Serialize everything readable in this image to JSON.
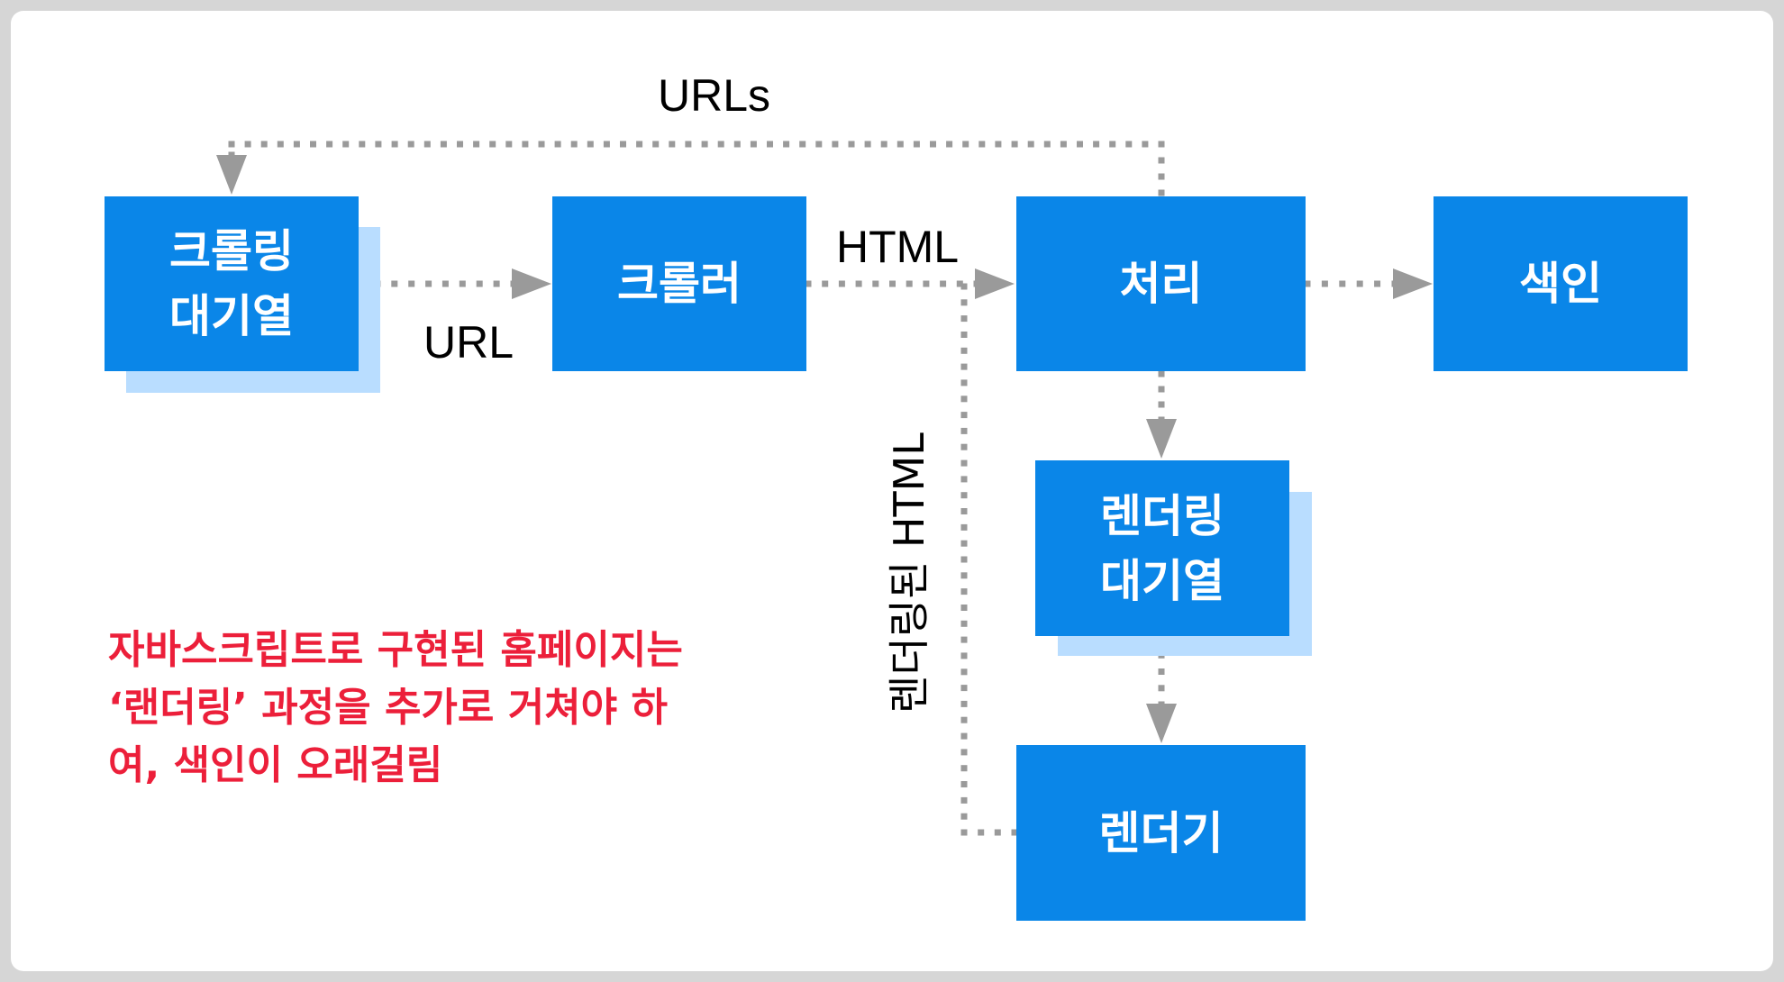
{
  "colors": {
    "box": "#0a86e8",
    "box_shadow": "#b9ddff",
    "connector": "#9a9a9a",
    "note": "#ec1f3a"
  },
  "nodes": {
    "crawl_queue": [
      "크롤링",
      "대기열"
    ],
    "crawler": [
      "크롤러"
    ],
    "processing": [
      "처리"
    ],
    "index": [
      "색인"
    ],
    "render_queue": [
      "렌더링",
      "대기열"
    ],
    "renderer": [
      "렌더기"
    ]
  },
  "edges": {
    "urls": "URLs",
    "url": "URL",
    "html": "HTML",
    "rendered_html": "렌더링된 HTML"
  },
  "note": {
    "lines": [
      "자바스크립트로 구현된 홈페이지는",
      "‘랜더링’ 과정을 추가로 거쳐야 하",
      "여, 색인이 오래걸림"
    ]
  }
}
